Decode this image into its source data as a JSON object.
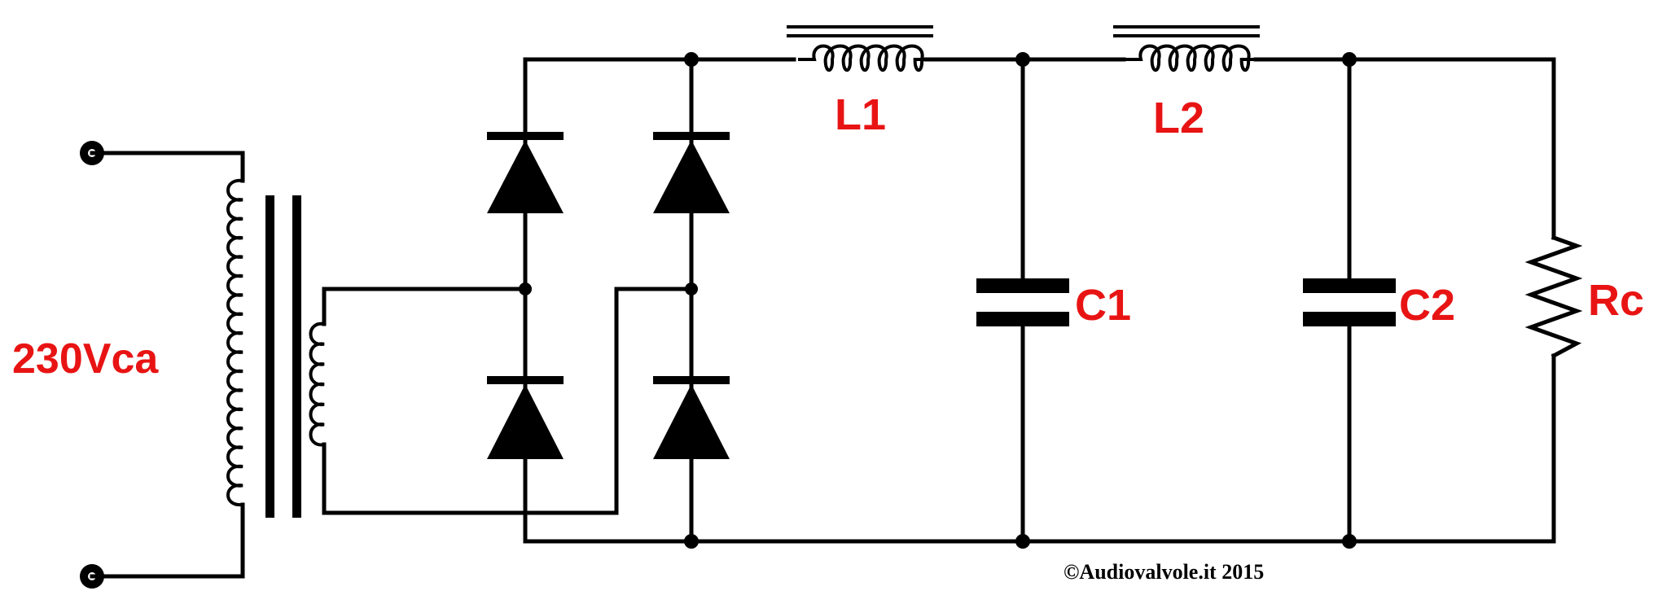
{
  "labels": {
    "input_voltage": "230Vca",
    "inductor_1": "L1",
    "inductor_2": "L2",
    "capacitor_1": "C1",
    "capacitor_2": "C2",
    "load_resistor": "Rc"
  },
  "copyright": "©Audiovalvole.it 2015",
  "colors": {
    "wire": "#000000",
    "label": "#e81414",
    "background": "#ffffff"
  }
}
